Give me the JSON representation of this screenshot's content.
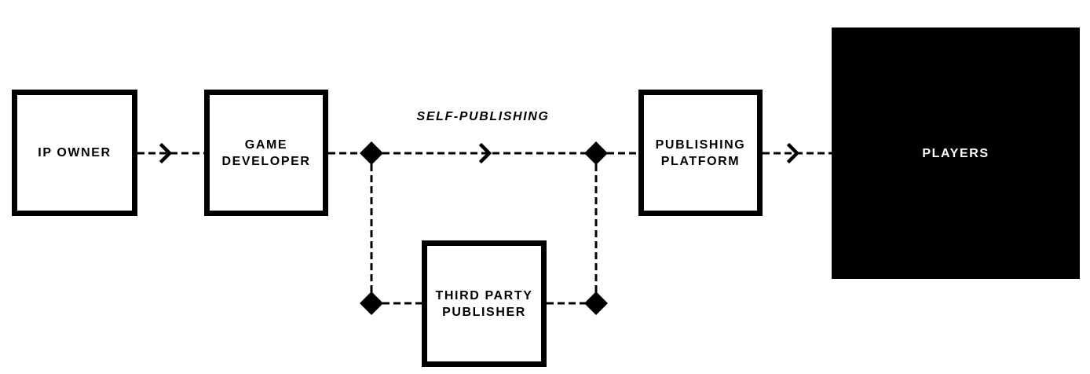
{
  "nodes": {
    "ip_owner": "IP OWNER",
    "game_developer": "GAME\nDEVELOPER",
    "publishing_platform": "PUBLISHING\nPLATFORM",
    "third_party_publisher": "THIRD PARTY\nPUBLISHER",
    "players": "PLAYERS"
  },
  "edges": {
    "self_publishing_label": "SELF-PUBLISHING"
  },
  "colors": {
    "stroke": "#000000",
    "background": "#ffffff",
    "players_fill": "#000000",
    "players_text": "#ffffff"
  }
}
